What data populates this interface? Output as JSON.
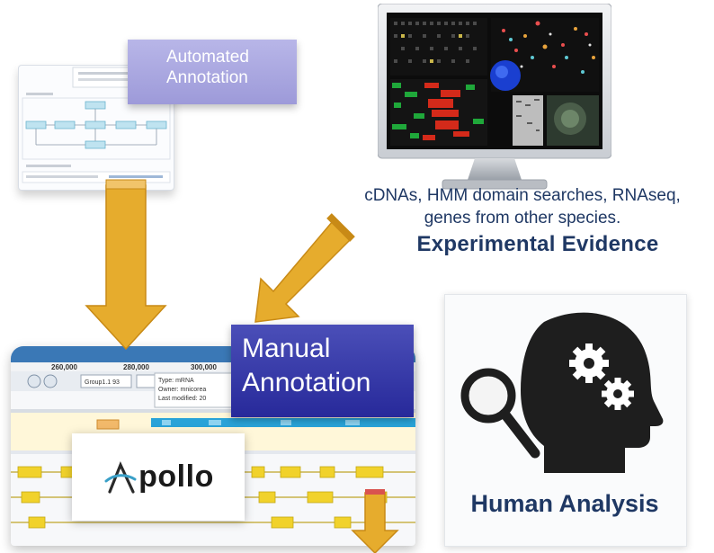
{
  "automated": {
    "label": "Automated\nAnnotation"
  },
  "evidence": {
    "line1": "cDNAs, HMM domain searches, RNAseq,",
    "line2": "genes from other species.",
    "title": "Experimental Evidence"
  },
  "manual": {
    "label": "Manual\nAnnotation"
  },
  "apollo": {
    "logo": "pollo",
    "ruler": [
      "260,000",
      "280,000",
      "300,000"
    ],
    "popup": [
      "Type: mRNA",
      "Owner: mnicorea",
      "Last modified: 20"
    ],
    "dropdown": "Group1.1 93"
  },
  "human": {
    "label": "Human Analysis"
  },
  "colors": {
    "arrow": "#e6ac2d",
    "arrow_edge": "#c88a16",
    "navy_text": "#1f3864",
    "manual_bg": "#2b2e9e",
    "auto_bg": "#a9a6df"
  }
}
